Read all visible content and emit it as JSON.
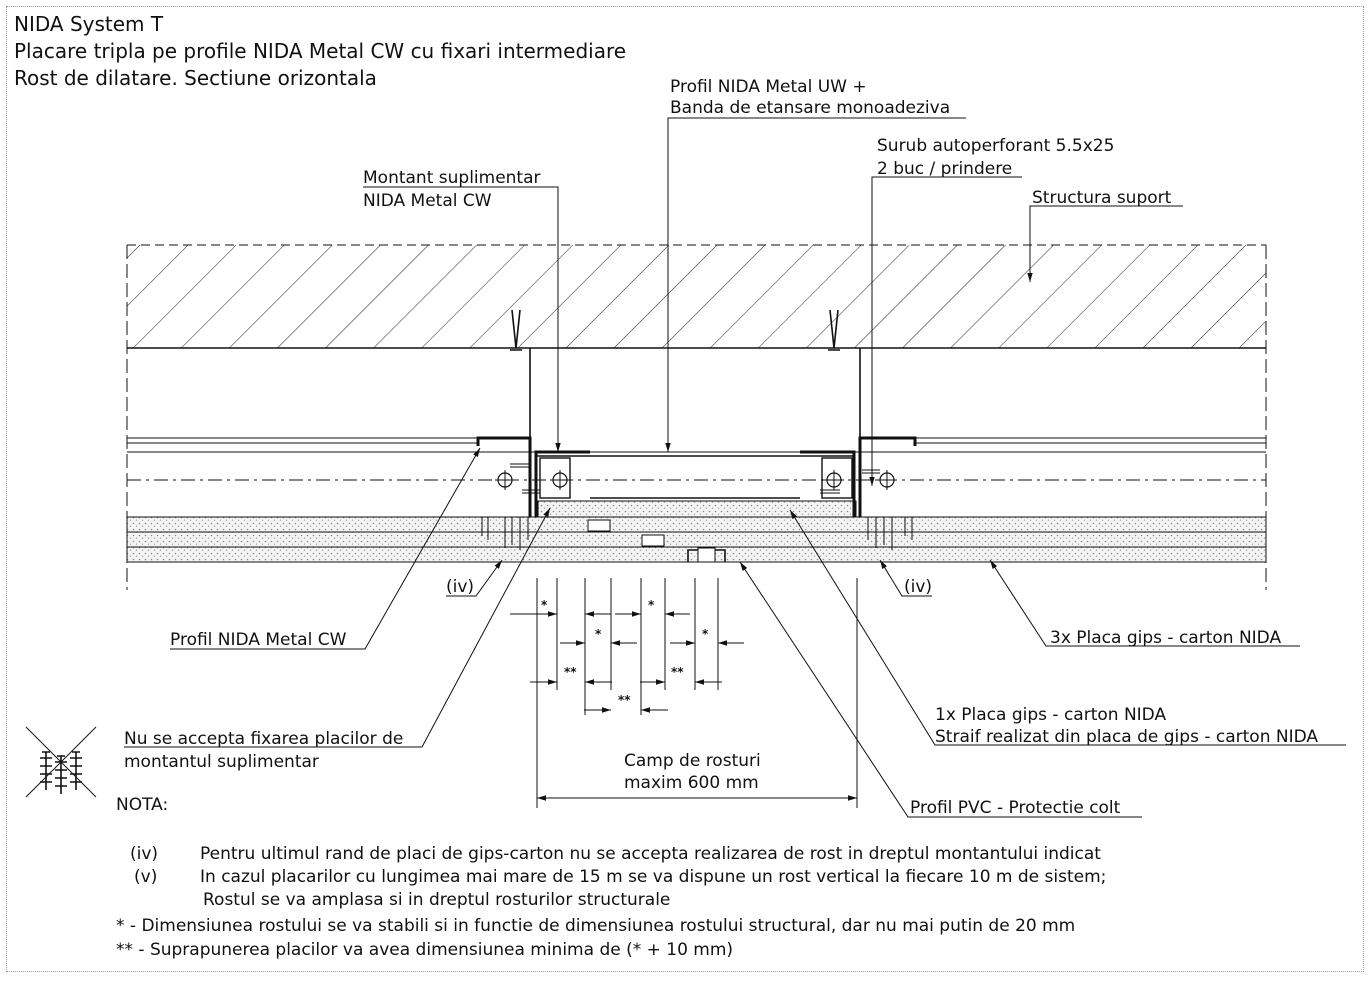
{
  "title": {
    "line1": "NIDA System T",
    "line2": "Placare tripla pe profile NIDA Metal CW cu fixari intermediare",
    "line3": "Rost de dilatare. Sectiune orizontala"
  },
  "labels": {
    "uw_profile_1": "Profil NIDA Metal UW +",
    "uw_profile_2": "Banda de etansare monoadeziva",
    "screw_1": "Surub autoperforant 5.5x25",
    "screw_2": "2 buc / prindere",
    "extra_stud_1": "Montant suplimentar",
    "extra_stud_2": "NIDA Metal CW",
    "support": "Structura suport",
    "iv_left": "(iv)",
    "iv_right": "(iv)",
    "cw_profile": "Profil NIDA Metal CW",
    "boards_3x": "3x Placa gips - carton NIDA",
    "board_1x_1": "1x Placa gips - carton NIDA",
    "board_1x_2": "Straif realizat din placa de gips - carton NIDA",
    "no_fix_1": "Nu se accepta fixarea placilor de",
    "no_fix_2": "montantul suplimentar",
    "joint_field_1": "Camp de rosturi",
    "joint_field_2": "maxim 600 mm",
    "pvc": "Profil PVC - Protectie colt",
    "nota": "NOTA:"
  },
  "dimension_marks": {
    "single": "*",
    "double": "**"
  },
  "notes": {
    "iv_key": "(iv)",
    "iv_text": "Pentru ultimul rand de placi de gips-carton nu se accepta realizarea de rost in dreptul montantului indicat",
    "v_key": "(v)",
    "v_text_1": "In cazul placarilor cu lungimea mai mare de 15 m se va dispune un rost vertical la fiecare 10 m de sistem;",
    "v_text_2": "Rostul se va amplasa si in dreptul rosturilor structurale",
    "star_1": "* - Dimensiunea rostului se va stabili si in functie de dimensiunea rostului structural, dar nu mai putin de 20 mm",
    "star_2": "** - Suprapunerea placilor va avea dimensiunea minima de (* + 10 mm)"
  }
}
